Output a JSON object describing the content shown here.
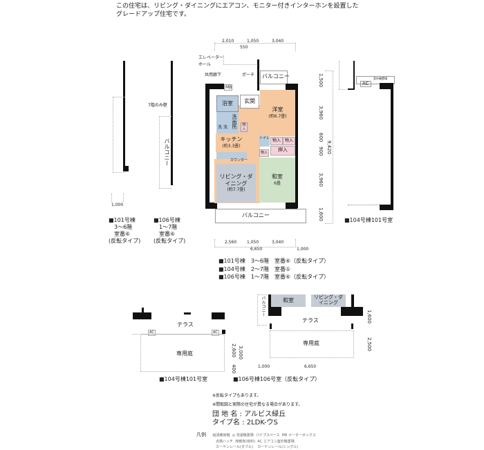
{
  "intro": {
    "line1": "この住宅は、リビング・ダイニングにエアコン、モニター付きインターホンを設置した",
    "line2": "グレードアップ住宅です。"
  },
  "main_plan": {
    "dims_top": [
      "2,010",
      "1,050",
      "3,040",
      "550"
    ],
    "dims_bottom": [
      "2,560",
      "1,050",
      "3,040",
      "6,650",
      "1,000"
    ],
    "dims_right": [
      "1,500",
      "3,960",
      "900",
      "600",
      "9,420",
      "3,960",
      "1,600"
    ],
    "labels": {
      "elevator_hall": "エレベーターホール",
      "corridor": "共用廊下",
      "porch": "ポーチ",
      "balcony_top": "バルコニー",
      "balcony_bottom": "バルコニー",
      "mb": "MB",
      "entrance": "玄関",
      "bath": "浴室",
      "washroom": "洗面所",
      "wash_a": "洗",
      "wash_b": "洗",
      "storage_a": "物入",
      "kitchen": "キッチン",
      "kitchen_size": "(約3.3畳)",
      "counter": "カウンター",
      "toilet": "トイレ",
      "western": "洋室",
      "western_size": "(約6.7畳)",
      "storage_b": "物入",
      "storage_c": "物入",
      "oshiire": "押入",
      "storage_d": "物入",
      "ld": "リビング・ダイニング",
      "ld_size": "(約7.7畳)",
      "washitsu": "和室",
      "washitsu_size": "6畳"
    }
  },
  "side_left": {
    "wall_note": "7階のみ壁",
    "balcony": "バルコニー",
    "dim": "1,000",
    "caption1": [
      "■101号棟",
      "3～6階",
      "室番⑥",
      "(反転タイプ)"
    ],
    "caption2": [
      "■106号棟",
      "1～7階",
      "室番⑥",
      "(反転タイプ)"
    ]
  },
  "side_right": {
    "ac": "AC",
    "ac_note": "室外機置場",
    "caption": "■104号棟101号室"
  },
  "applies": [
    "■101号棟　3～6階　室番⑥（反転タイプ）",
    "■104号棟　2～7階　室番①",
    "■106号棟　1～7階　室番⑥（反転タイプ）"
  ],
  "garden1": {
    "terrace": "テラス",
    "garden": "専用庭",
    "ac1": "AC",
    "ac2": "AC",
    "dims": [
      "2,600",
      "3,000",
      "400"
    ],
    "caption": "■104号棟101号室"
  },
  "garden2": {
    "washitsu": "和室",
    "ld": "リビング・ダイニング",
    "balcony": "バルコニー",
    "terrace": "テラス",
    "garden": "専用庭",
    "dims": [
      "1,600",
      "2,500",
      "1,000",
      "6,650"
    ],
    "caption": "■106号棟106号室（反転タイプ）"
  },
  "notes": {
    "n1": "※反転タイプもあります。",
    "n2": "※間取図と実際の住宅が異なる場合があります。"
  },
  "info": {
    "complex_label": "団 地 名",
    "complex": "アルビス緑丘",
    "type_label": "タイプ名",
    "type": "2LDK-ウS"
  },
  "legend": {
    "title": "凡例",
    "items": [
      "給湯暖房機",
      "◎ 洗濯機置場",
      "パイプスペース",
      "MB メーターボックス",
      "点検ハッチ",
      "床暖房(有料)",
      "AC エアコン室外機置場",
      "カーテンレール(ダブル)",
      "カーテンレール(シングル)"
    ]
  }
}
